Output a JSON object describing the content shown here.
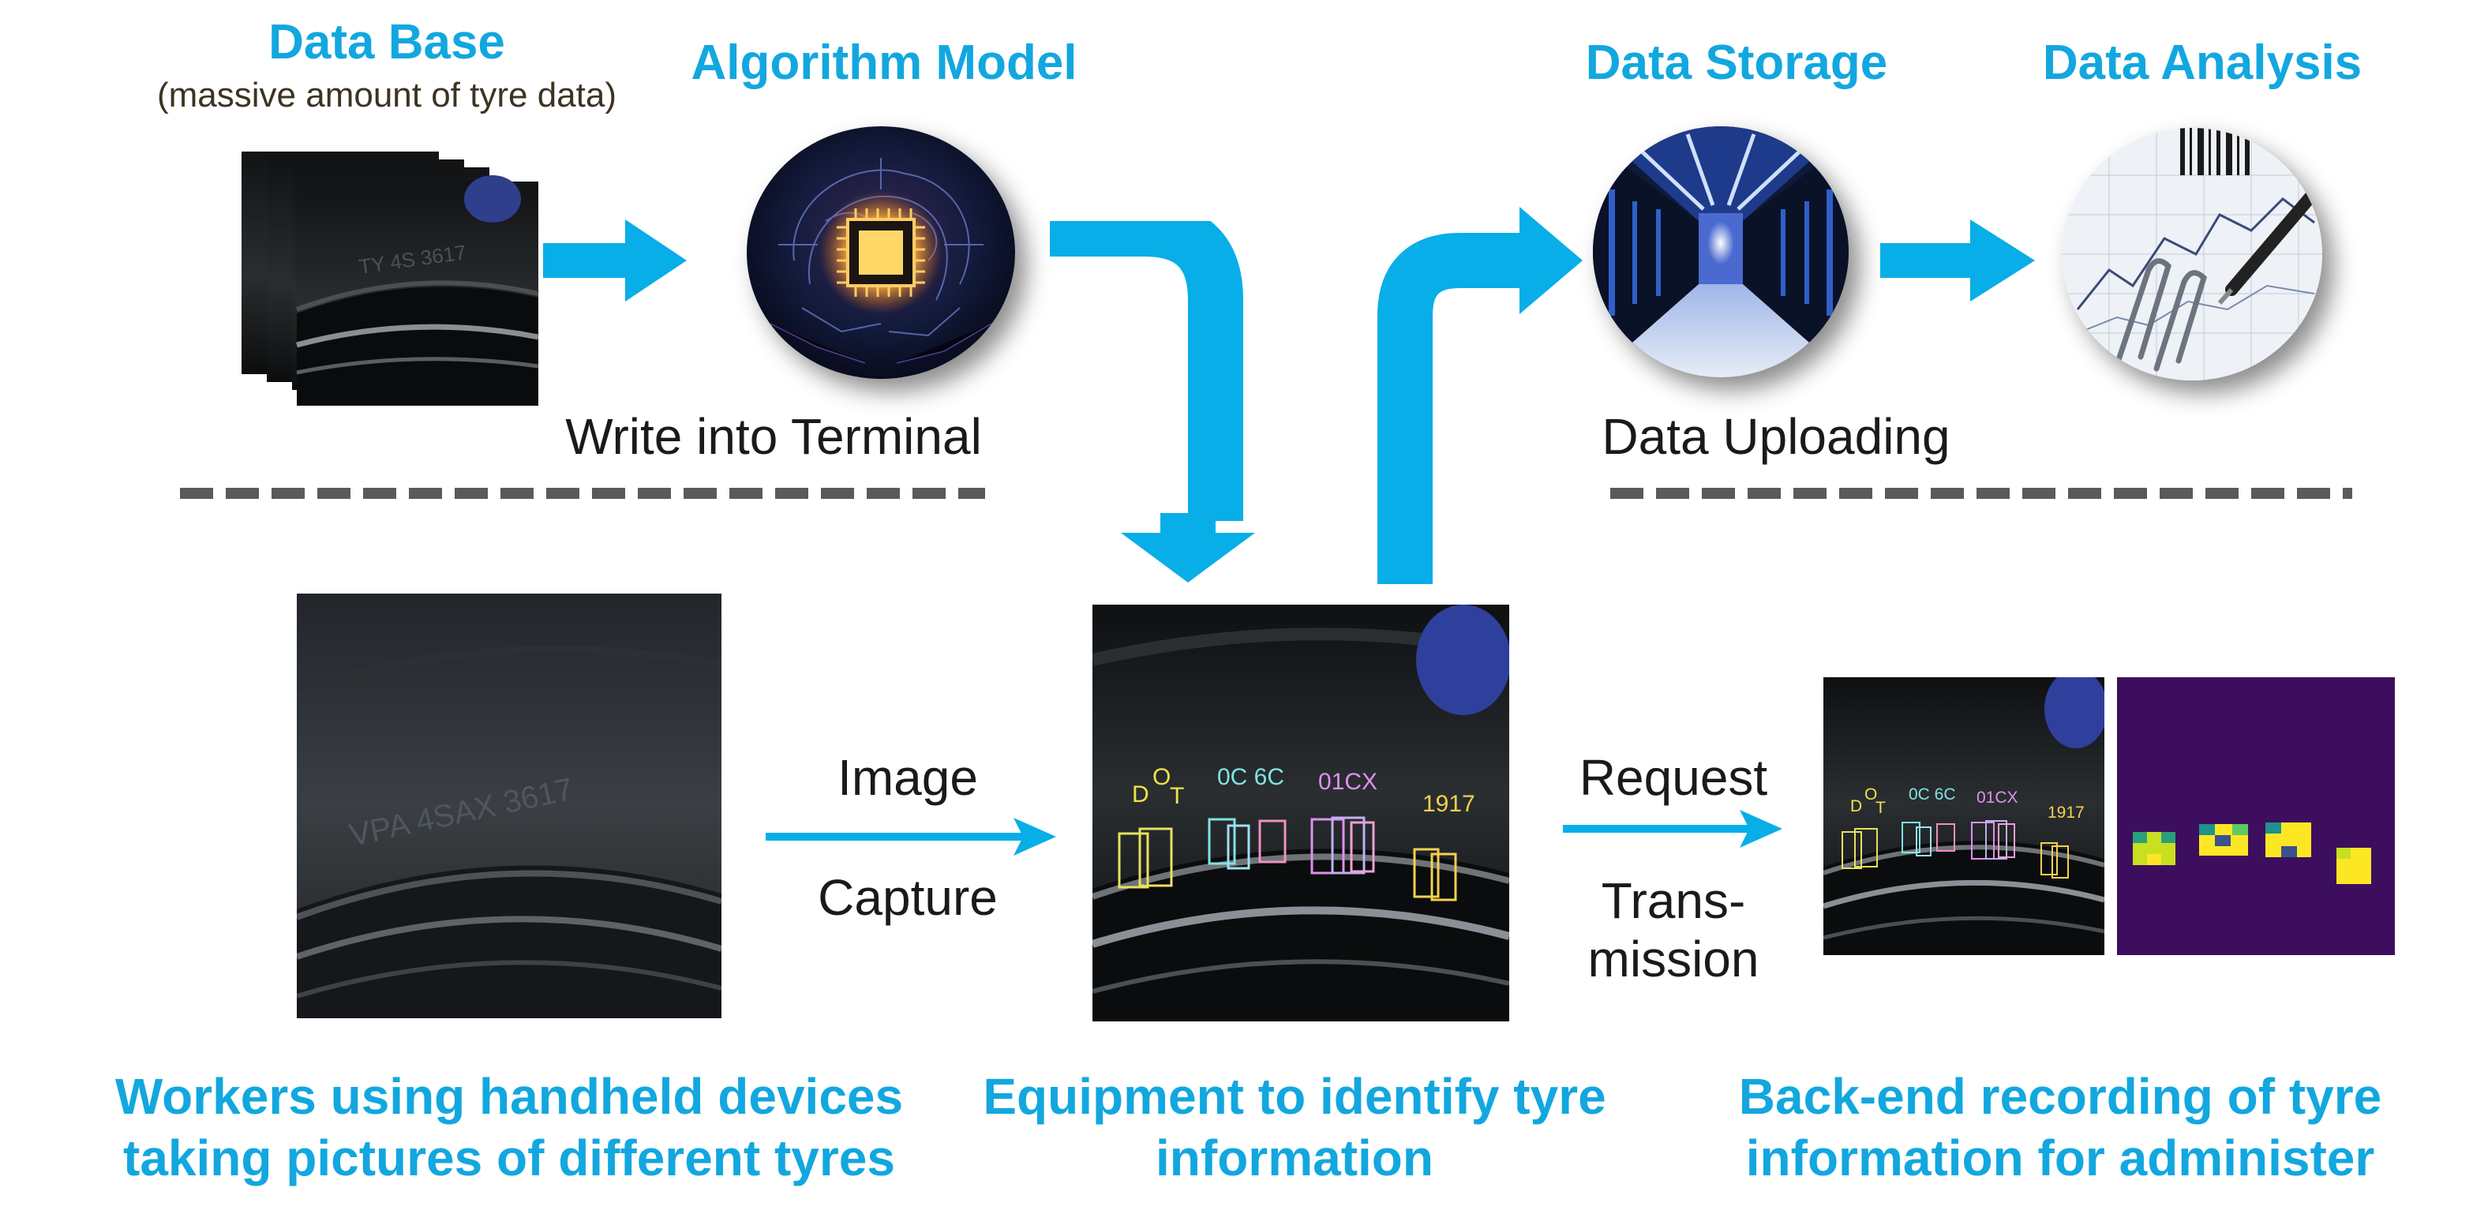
{
  "colors": {
    "accent": "#12a7df",
    "arrow": "#08aee8",
    "dash": "#5a5a5a",
    "text": "#1a1a1a"
  },
  "top": {
    "database": {
      "title": "Data Base",
      "subtitle": "(massive amount of tyre data)"
    },
    "algorithm": {
      "title": "Algorithm Model"
    },
    "storage": {
      "title": "Data Storage"
    },
    "analysis": {
      "title": "Data Analysis"
    },
    "write_label": "Write into Terminal",
    "upload_label": "Data Uploading"
  },
  "middle": {
    "image_capture": {
      "line1": "Image",
      "line2": "Capture"
    },
    "request": {
      "line1": "Request",
      "line2": "Trans-",
      "line3": "mission"
    }
  },
  "tyre_text": {
    "dot_d": "D",
    "dot_o": "O",
    "dot_t": "T",
    "group2": "0C 6C",
    "group3": "01CX",
    "group4": "1917",
    "sidewall": "VPA 4SAX 3617"
  },
  "captions": {
    "workers": {
      "line1": "Workers using handheld devices",
      "line2": "taking pictures of different tyres"
    },
    "equipment": {
      "line1": "Equipment to identify tyre",
      "line2": "information"
    },
    "backend": {
      "line1": "Back-end recording of tyre",
      "line2": "information for administer"
    }
  }
}
